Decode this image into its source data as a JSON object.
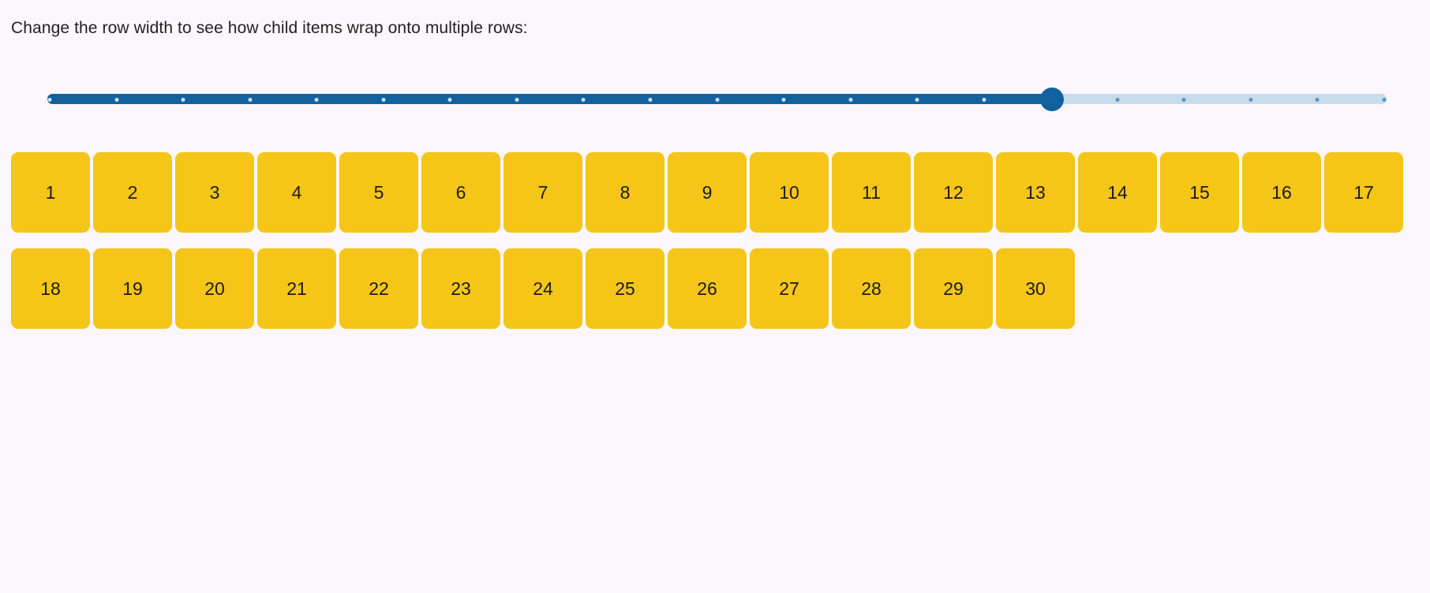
{
  "instruction": "Change the row width to see how child items wrap onto multiple rows:",
  "slider": {
    "name": "row-width-slider",
    "min": 0,
    "max": 20,
    "step": 1,
    "value": 15,
    "tick_count": 21,
    "orientation": "horizontal",
    "fill_color": "#11619e",
    "rail_color": "#c7dcec",
    "thumb_color": "#11619e"
  },
  "tiles": {
    "count": 30,
    "per_row": 15,
    "color": "#f5c518",
    "text_color": "#1b1b1b",
    "labels": [
      "1",
      "2",
      "3",
      "4",
      "5",
      "6",
      "7",
      "8",
      "9",
      "10",
      "11",
      "12",
      "13",
      "14",
      "15",
      "16",
      "17",
      "18",
      "19",
      "20",
      "21",
      "22",
      "23",
      "24",
      "25",
      "26",
      "27",
      "28",
      "29",
      "30"
    ]
  },
  "colors": {
    "background": "#fcf7fc",
    "text": "#201f1e",
    "accent": "#11619e",
    "tile": "#f5c518"
  }
}
